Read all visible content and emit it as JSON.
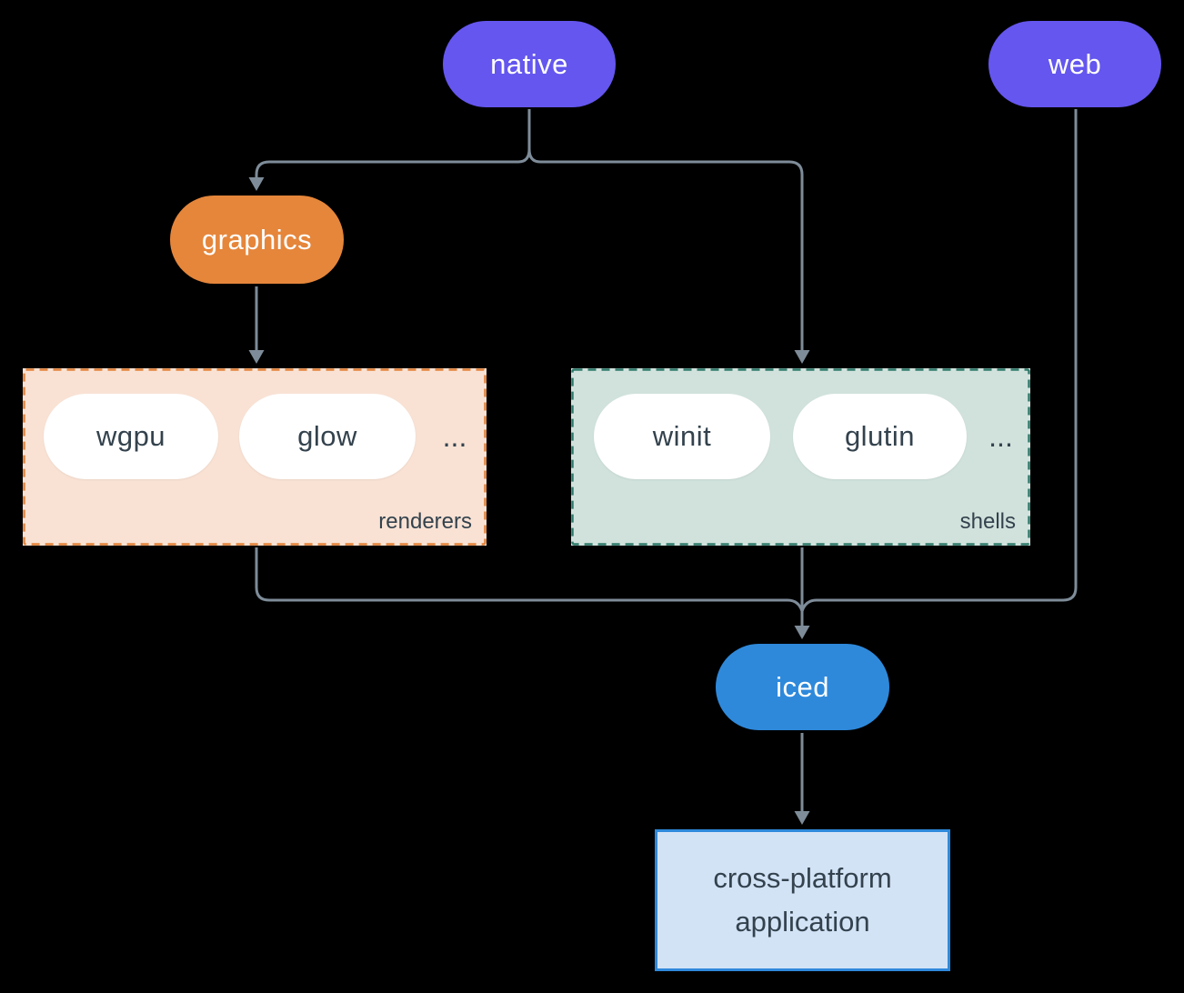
{
  "colors": {
    "background": "#000000",
    "node_purple": "#6456ee",
    "node_orange": "#e5863b",
    "node_blue": "#2e89db",
    "line": "#7e8c99",
    "pill_text": "#ffffff",
    "dark_text": "#33424d",
    "renderers_fill": "#f9e2d4",
    "renderers_border": "#e2823a",
    "shells_fill": "#d1e2dc",
    "shells_border": "#2f7a6b",
    "app_fill": "#d3e3f6",
    "app_border": "#2e89db"
  },
  "nodes": {
    "native": {
      "label": "native"
    },
    "web": {
      "label": "web"
    },
    "graphics": {
      "label": "graphics"
    },
    "iced": {
      "label": "iced"
    },
    "application": {
      "line1": "cross-platform",
      "line2": "application"
    }
  },
  "groups": {
    "renderers": {
      "label": "renderers",
      "items": [
        "wgpu",
        "glow"
      ],
      "more": "..."
    },
    "shells": {
      "label": "shells",
      "items": [
        "winit",
        "glutin"
      ],
      "more": "..."
    }
  }
}
